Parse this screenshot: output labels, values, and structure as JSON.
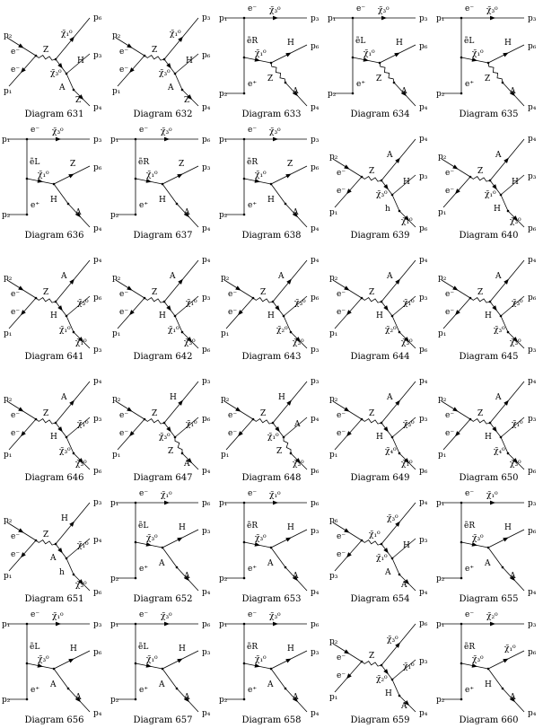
{
  "diagrams": [
    {
      "caption": "Diagram 631",
      "kind": "zchain",
      "b1": [
        "Z",
        "χ̃₁⁰",
        "H"
      ],
      "b2": [
        "χ̃₃⁰",
        "A",
        "Z"
      ],
      "ext": [
        "p₂",
        "p₁",
        "p₆",
        "p₃",
        "p₄"
      ],
      "fermions": [
        "e⁻",
        "e⁻"
      ]
    },
    {
      "caption": "Diagram 632",
      "kind": "zchain",
      "b1": [
        "Z",
        "χ̃₁⁰",
        "H"
      ],
      "b2": [
        "χ̃₃⁰",
        "A",
        "Z"
      ],
      "ext": [
        "p₂",
        "p₁",
        "p₃",
        "p₆",
        "p₄"
      ],
      "fermions": [
        "e⁻",
        "e⁻"
      ]
    },
    {
      "caption": "Diagram 633",
      "kind": "tchan",
      "b1": [
        "ẽR",
        "χ̃₃⁰",
        "H"
      ],
      "b2": [
        "χ̃₁⁰",
        "Z",
        "A"
      ],
      "ext": [
        "p₁",
        "p₂",
        "p₃",
        "p₆",
        "p₄"
      ],
      "fermions": [
        "e⁻",
        "e⁺"
      ]
    },
    {
      "caption": "Diagram 634",
      "kind": "tchan",
      "b1": [
        "ẽL",
        "χ̃₃⁰",
        "H"
      ],
      "b2": [
        "χ̃₁⁰",
        "Z",
        "A"
      ],
      "ext": [
        "p₁",
        "p₂",
        "p₃",
        "p₆",
        "p₄"
      ],
      "fermions": [
        "e⁻",
        "e⁺"
      ]
    },
    {
      "caption": "Diagram 635",
      "kind": "tchan",
      "b1": [
        "ẽL",
        "χ̃₃⁰",
        "H"
      ],
      "b2": [
        "χ̃₁⁰",
        "Z",
        "A"
      ],
      "ext": [
        "p₁",
        "p₂",
        "p₃",
        "p₆",
        "p₄"
      ],
      "fermions": [
        "e⁻",
        "e⁺"
      ]
    },
    {
      "caption": "Diagram 636",
      "kind": "tchan",
      "b1": [
        "ẽL",
        "χ̃₃⁰",
        "Z"
      ],
      "b2": [
        "χ̃₁⁰",
        "H",
        "A"
      ],
      "ext": [
        "p₁",
        "p₂",
        "p₃",
        "p₆",
        "p₄"
      ],
      "fermions": [
        "e⁻",
        "e⁺"
      ]
    },
    {
      "caption": "Diagram 637",
      "kind": "tchan",
      "b1": [
        "ẽR",
        "χ̃₃⁰",
        "Z"
      ],
      "b2": [
        "χ̃₁⁰",
        "H",
        "A"
      ],
      "ext": [
        "p₁",
        "p₂",
        "p₆",
        "p₃",
        "p₄"
      ],
      "fermions": [
        "e⁻",
        "e⁺"
      ]
    },
    {
      "caption": "Diagram 638",
      "kind": "tchan",
      "b1": [
        "ẽR",
        "χ̃₃⁰",
        "Z"
      ],
      "b2": [
        "χ̃₁⁰",
        "H",
        "A"
      ],
      "ext": [
        "p₁",
        "p₂",
        "p₃",
        "p₆",
        "p₄"
      ],
      "fermions": [
        "e⁻",
        "e⁺"
      ]
    },
    {
      "caption": "Diagram 639",
      "kind": "zchain",
      "b1": [
        "Z",
        "A",
        "H"
      ],
      "b2": [
        "χ̃₃⁰",
        "h",
        "χ̃₁⁰"
      ],
      "ext": [
        "p₂",
        "p₁",
        "p₄",
        "p₃",
        "p₆"
      ],
      "fermions": [
        "e⁻",
        "e⁻"
      ]
    },
    {
      "caption": "Diagram 640",
      "kind": "zchain",
      "b1": [
        "Z",
        "A",
        "H"
      ],
      "b2": [
        "χ̃₁⁰",
        "H",
        "χ̃₃⁰"
      ],
      "ext": [
        "p₂",
        "p₁",
        "p₄",
        "p₃",
        "p₆"
      ],
      "fermions": [
        "e⁻",
        "e⁻"
      ]
    },
    {
      "caption": "Diagram 641",
      "kind": "zchain",
      "b1": [
        "Z",
        "A",
        "χ̃₃⁰"
      ],
      "b2": [
        "H",
        "χ̃₁⁰",
        "χ̃₁⁰"
      ],
      "ext": [
        "p₂",
        "p₁",
        "p₄",
        "p₆",
        "p₃"
      ],
      "fermions": [
        "e⁻",
        "e⁻"
      ]
    },
    {
      "caption": "Diagram 642",
      "kind": "zchain",
      "b1": [
        "Z",
        "A",
        "χ̃₁⁰"
      ],
      "b2": [
        "H",
        "χ̃₁⁰",
        "χ̃₃⁰"
      ],
      "ext": [
        "p₂",
        "p₁",
        "p₄",
        "p₃",
        "p₆"
      ],
      "fermions": [
        "e⁻",
        "e⁻"
      ]
    },
    {
      "caption": "Diagram 643",
      "kind": "zchain",
      "b1": [
        "Z",
        "A",
        "χ̃₃⁰"
      ],
      "b2": [
        "H",
        "χ̃₂⁰",
        "χ̃₃⁰"
      ],
      "ext": [
        "p₂",
        "p₁",
        "p₄",
        "p₆",
        "p₃"
      ],
      "fermions": [
        "e⁻",
        "e⁻"
      ]
    },
    {
      "caption": "Diagram 644",
      "kind": "zchain",
      "b1": [
        "Z",
        "A",
        "χ̃₁⁰"
      ],
      "b2": [
        "H",
        "χ̃₂⁰",
        "χ̃₃⁰"
      ],
      "ext": [
        "p₂",
        "p₁",
        "p₄",
        "p₃",
        "p₆"
      ],
      "fermions": [
        "e⁻",
        "e⁻"
      ]
    },
    {
      "caption": "Diagram 645",
      "kind": "zchain",
      "b1": [
        "Z",
        "A",
        "χ̃₃⁰"
      ],
      "b2": [
        "H",
        "χ̃₃⁰",
        "χ̃₃⁰"
      ],
      "ext": [
        "p₂",
        "p₁",
        "p₄",
        "p₆",
        "p₃"
      ],
      "fermions": [
        "e⁻",
        "e⁻"
      ]
    },
    {
      "caption": "Diagram 646",
      "kind": "zchain",
      "b1": [
        "Z",
        "A",
        "χ̃₁⁰"
      ],
      "b2": [
        "H",
        "χ̃₃⁰",
        "χ̃₃⁰"
      ],
      "ext": [
        "p₂",
        "p₁",
        "p₄",
        "p₃",
        "p₆"
      ],
      "fermions": [
        "e⁻",
        "e⁻"
      ]
    },
    {
      "caption": "Diagram 647",
      "kind": "zchain",
      "b1": [
        "Z",
        "H",
        "χ̃₁⁰"
      ],
      "b2": [
        "χ̃₃⁰",
        "Z",
        "A"
      ],
      "ext": [
        "p₂",
        "p₁",
        "p₃",
        "p₆",
        "p₄"
      ],
      "fermions": [
        "e⁻",
        "e⁻"
      ]
    },
    {
      "caption": "Diagram 648",
      "kind": "zchain",
      "b1": [
        "Z",
        "H",
        "A"
      ],
      "b2": [
        "χ̃₁⁰",
        "Z",
        "χ̃₃⁰"
      ],
      "ext": [
        "p₂",
        "p₁",
        "p₃",
        "p₄",
        "p₆"
      ],
      "fermions": [
        "e⁻",
        "e⁻"
      ]
    },
    {
      "caption": "Diagram 649",
      "kind": "zchain",
      "b1": [
        "Z",
        "A",
        "χ̃₃⁰"
      ],
      "b2": [
        "H",
        "χ̃₄⁰",
        "χ̃₁⁰"
      ],
      "ext": [
        "p₂",
        "p₁",
        "p₄",
        "p₃",
        "p₆"
      ],
      "fermions": [
        "e⁻",
        "e⁻"
      ]
    },
    {
      "caption": "Diagram 650",
      "kind": "zchain",
      "b1": [
        "Z",
        "A",
        "χ̃₁⁰"
      ],
      "b2": [
        "H",
        "χ̃₄⁰",
        "χ̃₃⁰"
      ],
      "ext": [
        "p₂",
        "p₁",
        "p₄",
        "p₃",
        "p₆"
      ],
      "fermions": [
        "e⁻",
        "e⁻"
      ]
    },
    {
      "caption": "Diagram 651",
      "kind": "zchain",
      "b1": [
        "Z",
        "H",
        "χ̃₁⁰"
      ],
      "b2": [
        "A",
        "h",
        "χ̃₃⁰"
      ],
      "ext": [
        "p₂",
        "p₁",
        "p₃",
        "p₄",
        "p₆"
      ],
      "fermions": [
        "e⁻",
        "e⁻"
      ]
    },
    {
      "caption": "Diagram 652",
      "kind": "tchan",
      "b1": [
        "ẽL",
        "χ̃₁⁰",
        "H"
      ],
      "b2": [
        "χ̃₃⁰",
        "A",
        "A"
      ],
      "ext": [
        "p₁",
        "p₂",
        "p₆",
        "p₃",
        "p₄"
      ],
      "fermions": [
        "e⁻",
        "e⁺"
      ]
    },
    {
      "caption": "Diagram 653",
      "kind": "tchan",
      "b1": [
        "ẽR",
        "χ̃₁⁰",
        "H"
      ],
      "b2": [
        "χ̃₃⁰",
        "A",
        "A"
      ],
      "ext": [
        "p₁",
        "p₂",
        "p₆",
        "p₃",
        "p₄"
      ],
      "fermions": [
        "e⁻",
        "e⁺"
      ]
    },
    {
      "caption": "Diagram 654",
      "kind": "zchain",
      "b1": [
        "χ̃₁⁰",
        "χ̃₃⁰",
        "H"
      ],
      "b2": [
        "χ̃₁⁰",
        "A",
        "A"
      ],
      "ext": [
        "p₆",
        "p₃",
        "p₄",
        "p₃",
        "p₄"
      ],
      "fermions": [
        "e⁻",
        "e⁻"
      ]
    },
    {
      "caption": "Diagram 655",
      "kind": "tchan",
      "b1": [
        "ẽR",
        "χ̃₁⁰",
        "H"
      ],
      "b2": [
        "χ̃₃⁰",
        "A",
        "A"
      ],
      "ext": [
        "p₁",
        "p₂",
        "p₃",
        "p₆",
        "p₄"
      ],
      "fermions": [
        "e⁻",
        "e⁺"
      ]
    },
    {
      "caption": "Diagram 656",
      "kind": "tchan",
      "b1": [
        "ẽL",
        "χ̃₁⁰",
        "H"
      ],
      "b2": [
        "χ̃₃⁰",
        "A",
        "A"
      ],
      "ext": [
        "p₁",
        "p₂",
        "p₃",
        "p₆",
        "p₄"
      ],
      "fermions": [
        "e⁻",
        "e⁺"
      ]
    },
    {
      "caption": "Diagram 657",
      "kind": "tchan",
      "b1": [
        "ẽL",
        "χ̃₃⁰",
        "H"
      ],
      "b2": [
        "χ̃₁⁰",
        "A",
        "A"
      ],
      "ext": [
        "p₁",
        "p₂",
        "p₆",
        "p₃",
        "p₄"
      ],
      "fermions": [
        "e⁻",
        "e⁺"
      ]
    },
    {
      "caption": "Diagram 658",
      "kind": "tchan",
      "b1": [
        "ẽR",
        "χ̃₃⁰",
        "H"
      ],
      "b2": [
        "χ̃₁⁰",
        "A",
        "A"
      ],
      "ext": [
        "p₁",
        "p₂",
        "p₆",
        "p₃",
        "p₄"
      ],
      "fermions": [
        "e⁻",
        "e⁺"
      ]
    },
    {
      "caption": "Diagram 659",
      "kind": "zchain",
      "b1": [
        "Z",
        "χ̃₃⁰",
        "χ̃₁⁰"
      ],
      "b2": [
        "χ̃₂⁰",
        "H",
        "A"
      ],
      "ext": [
        "p₂",
        "p₁",
        "p₆",
        "p₃",
        "p₄"
      ],
      "fermions": [
        "e⁻",
        "e⁻"
      ]
    },
    {
      "caption": "Diagram 660",
      "kind": "tchan",
      "b1": [
        "ẽR",
        "χ̃₂⁰",
        "χ̃₁⁰"
      ],
      "b2": [
        "χ̃₃⁰",
        "H",
        "A"
      ],
      "ext": [
        "p₁",
        "p₂",
        "p₃",
        "p₆",
        "p₄"
      ],
      "fermions": [
        "e⁻",
        "e⁺"
      ]
    }
  ]
}
